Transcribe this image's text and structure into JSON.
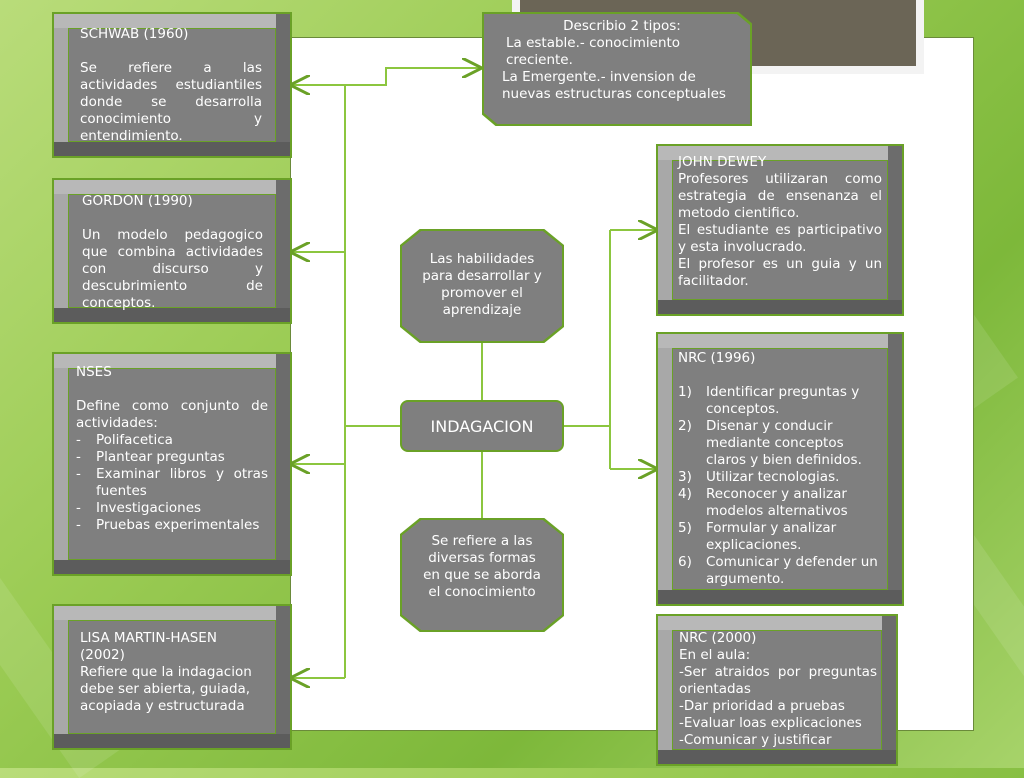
{
  "colors": {
    "accent": "#6aa127",
    "box": "#7f7f7f",
    "panel": "#ffffff"
  },
  "central": "INDAGACION",
  "top_right": {
    "title": "Describio 2 tipos:",
    "line1": "La estable.- conocimiento creciente.",
    "line2": "La Emergente.- invension de nuevas estructuras conceptuales"
  },
  "schwab": {
    "title": "SCHWAB (1960)",
    "body": "Se refiere a las actividades estudiantiles donde se desarrolla conocimiento y entendimiento."
  },
  "gordon": {
    "title": "GORDON (1990)",
    "body": "Un modelo pedagogico que combina actividades con discurso y descubrimiento de conceptos."
  },
  "nses": {
    "title": "NSES",
    "intro": "Define como conjunto de actividades:",
    "items": [
      "Polifacetica",
      "Plantear preguntas",
      "Examinar libros y otras fuentes",
      "Investigaciones",
      "Pruebas experimentales"
    ]
  },
  "lisa": {
    "title": "LISA MARTIN-HASEN (2002)",
    "body": "Refiere que la indagacion debe ser abierta, guiada, acopiada y estructurada"
  },
  "habilidades": "Las habilidades para desarrollar y promover el aprendizaje",
  "refiere": "Se refiere a las diversas formas en que se aborda el conocimiento",
  "dewey": {
    "title": "JOHN DEWEY",
    "line1": "Profesores utilizaran como estrategia de ensenanza el metodo cientifico.",
    "line2": "El estudiante es participativo y esta involucrado.",
    "line3": "El profesor es un guia y un facilitador."
  },
  "nrc1996": {
    "title": "NRC (1996)",
    "items": [
      "Identificar preguntas y conceptos.",
      "Disenar y conducir mediante conceptos claros y bien definidos.",
      "Utilizar tecnologias.",
      "Reconocer y analizar modelos alternativos",
      "Formular y analizar explicaciones.",
      "Comunicar y defender un argumento."
    ]
  },
  "nrc2000": {
    "title": "NRC (2000)",
    "subtitle": "En el aula:",
    "items": [
      "-Ser atraidos por preguntas orientadas",
      "-Dar prioridad a pruebas",
      "-Evaluar loas explicaciones",
      "-Comunicar y justificar"
    ]
  }
}
